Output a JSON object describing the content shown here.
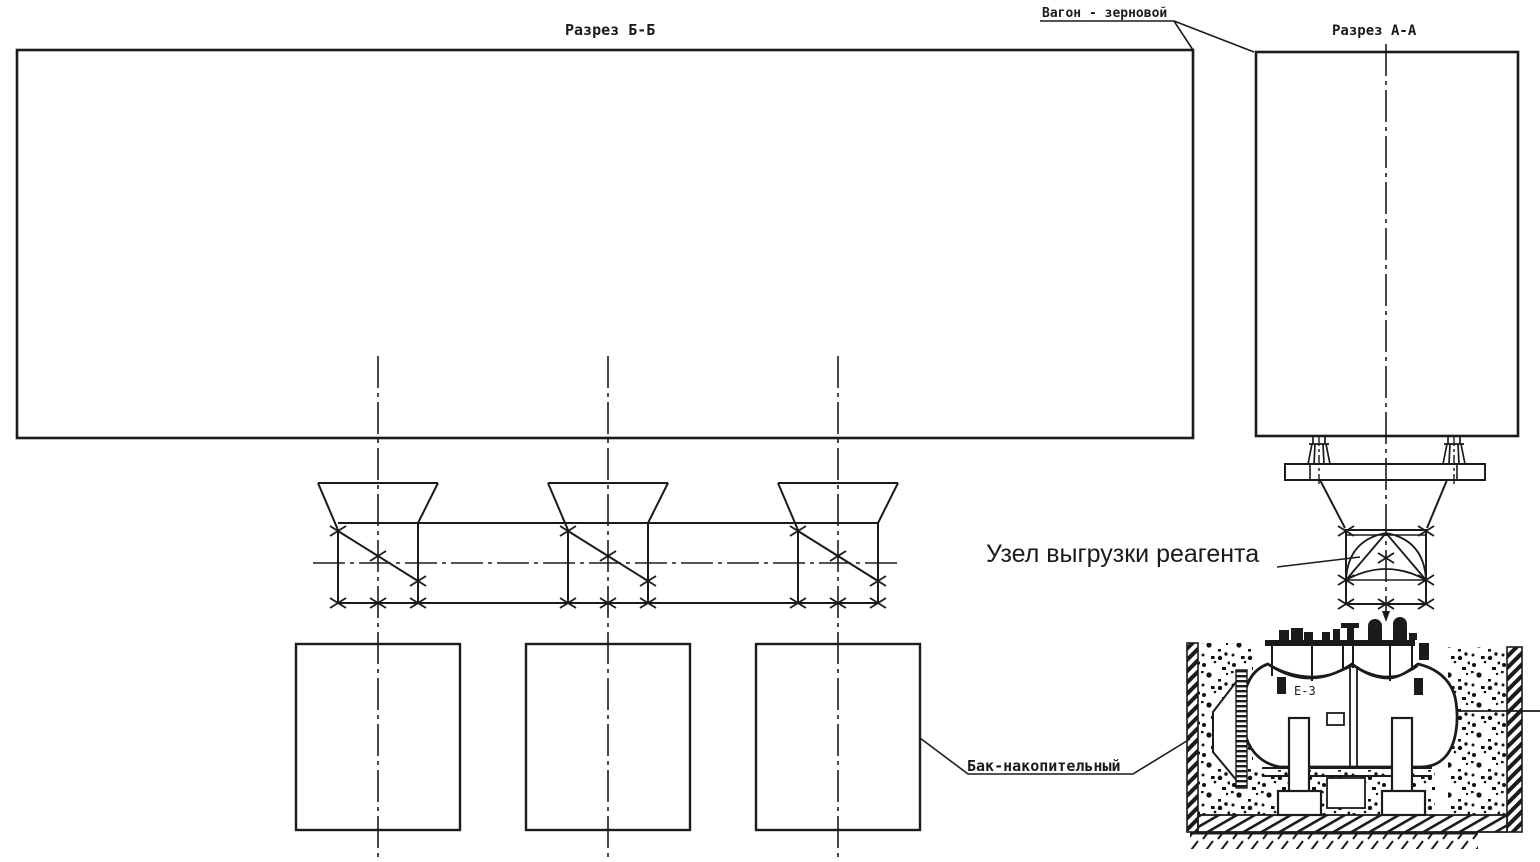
{
  "drawing": {
    "labels": {
      "section_bb": "Разрез Б-Б",
      "section_aa": "Разрез А-А",
      "wagon": "Вагон - зерновой",
      "unload_unit": "Узел выгрузки реагента",
      "tank": "Бак-накопительный",
      "vessel_tag": "Е-3"
    },
    "colors": {
      "line": "#1b1b1b",
      "background": "#ffffff"
    }
  }
}
